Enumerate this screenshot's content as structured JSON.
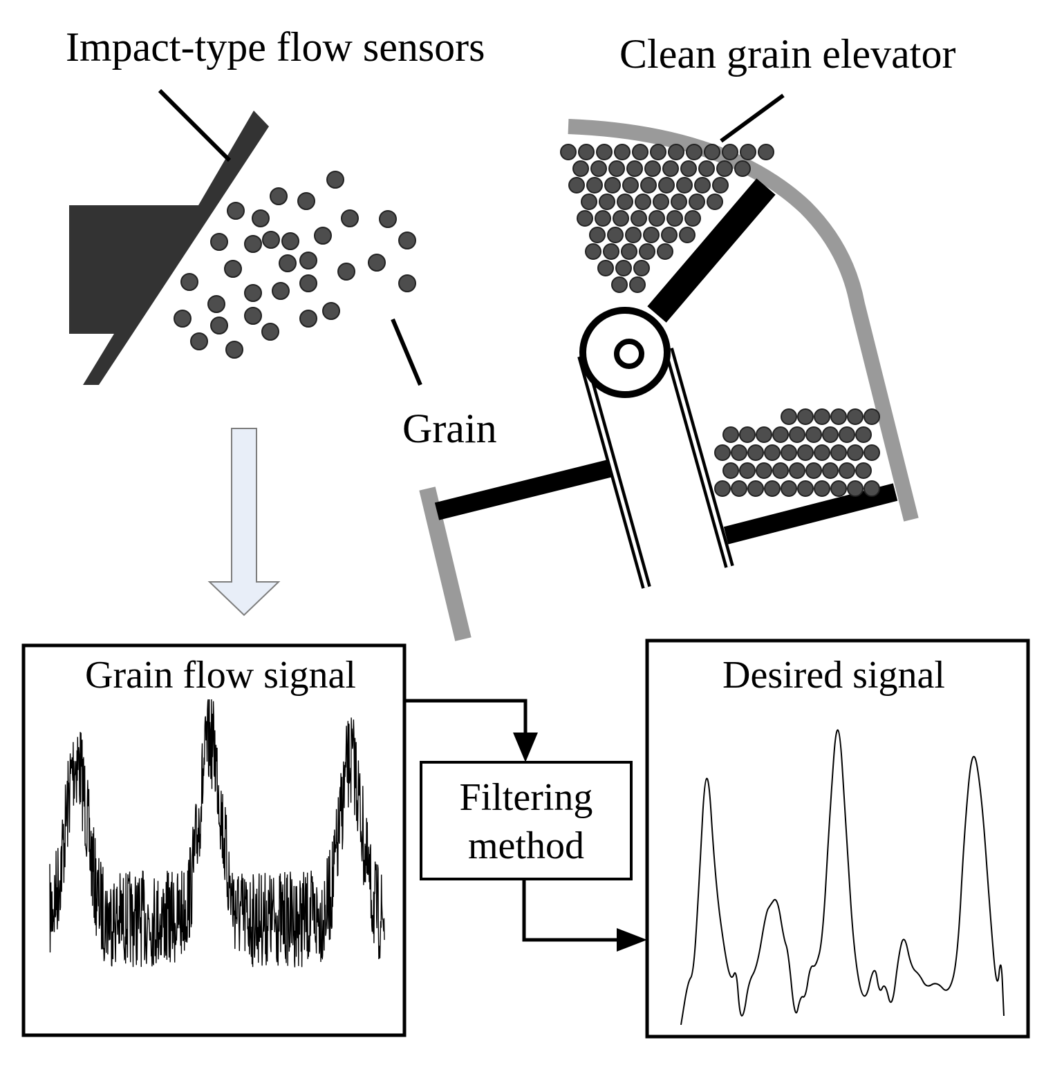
{
  "labels": {
    "sensor": "Impact-type flow sensors",
    "elevator": "Clean grain elevator",
    "grain": "Grain",
    "flow_signal": "Grain flow signal",
    "desired_signal": "Desired signal",
    "filter_line1": "Filtering",
    "filter_line2": "method"
  },
  "colors": {
    "ink": "#000000",
    "sensor_fill": "#333333",
    "grain_fill": "#4d4d4d",
    "housing_gray": "#9a9a9a",
    "arrow_fill": "#e8eef8",
    "arrow_stroke": "#7d7d7d"
  }
}
